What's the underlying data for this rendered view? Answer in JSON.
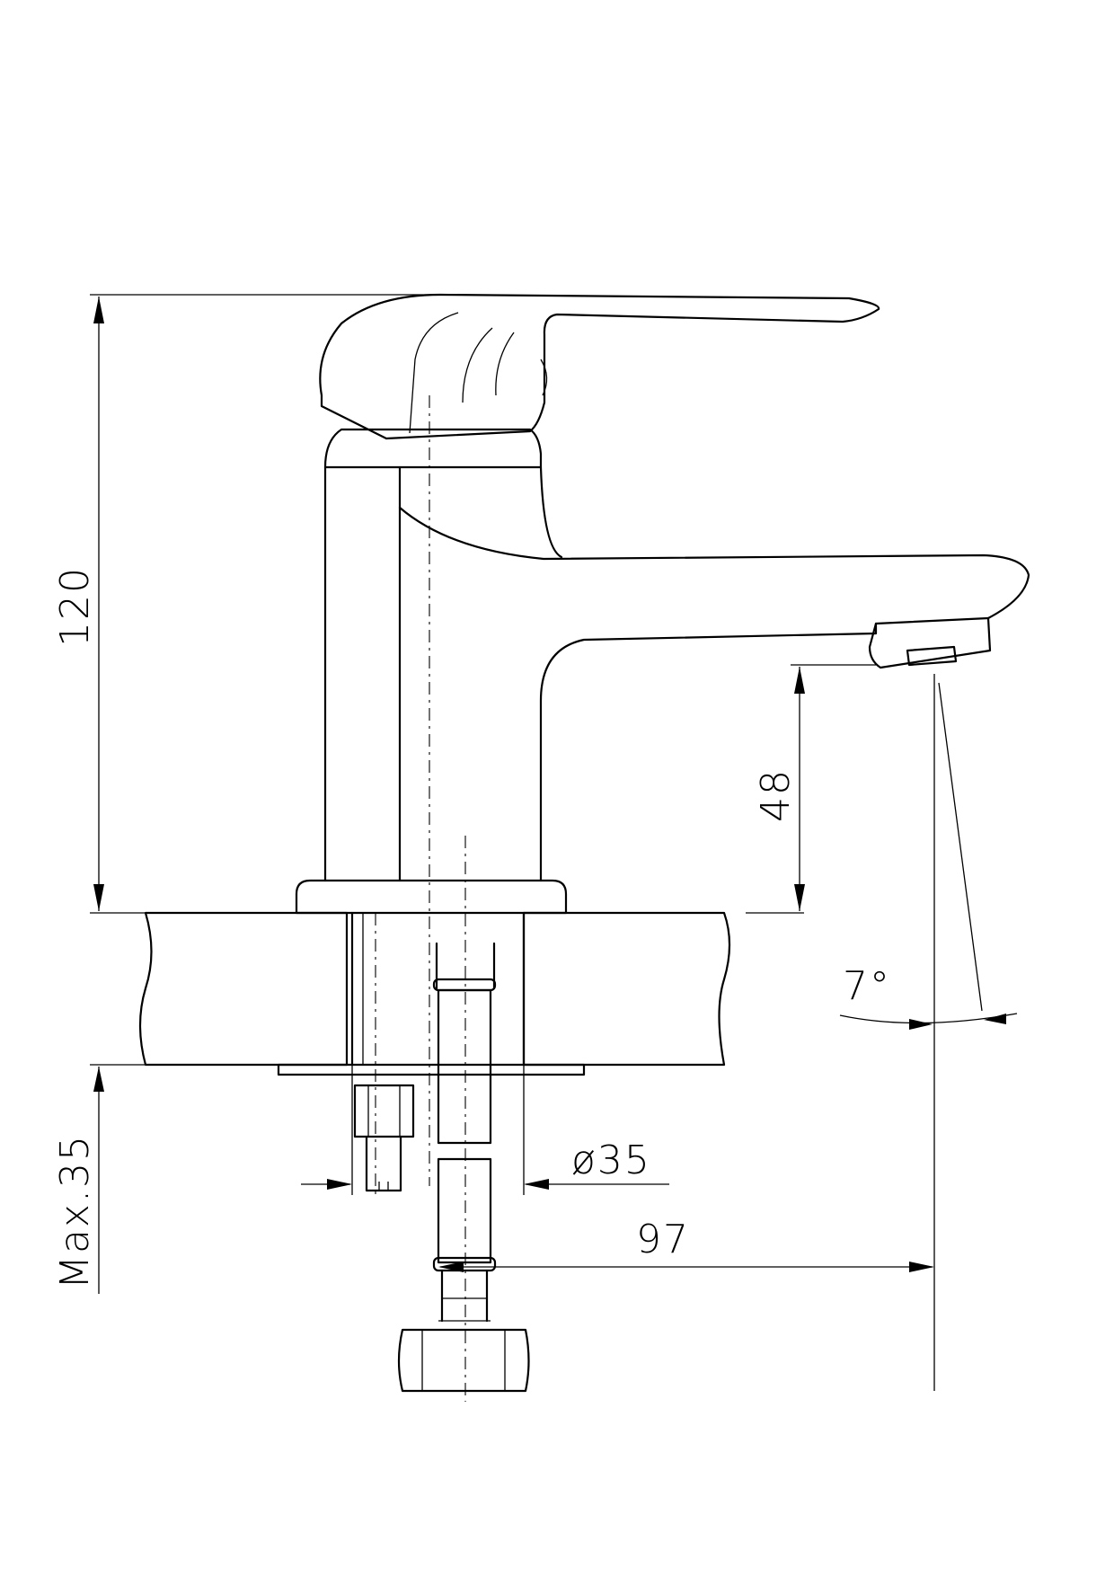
{
  "dimensions": {
    "total_height": "120",
    "spout_clearance": "48",
    "spout_angle": "7°",
    "shank_diameter": "ø35",
    "spout_reach": "97",
    "max_counter_thickness": "Max.35"
  }
}
